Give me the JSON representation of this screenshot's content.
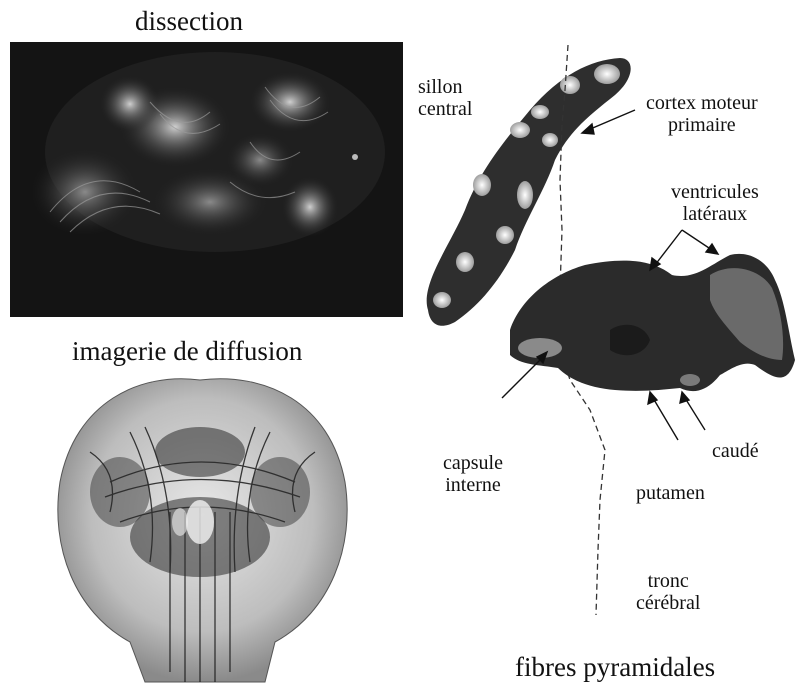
{
  "captions": {
    "dissection": "dissection",
    "diffusion": "imagerie de diffusion",
    "pyramidal": "fibres pyramidales"
  },
  "labels": {
    "sillon_central": [
      "sillon",
      "central"
    ],
    "cortex_moteur": [
      "cortex moteur",
      "primaire"
    ],
    "ventricules": [
      "ventricules",
      "latéraux"
    ],
    "capsule_interne": [
      "capsule",
      "interne"
    ],
    "caude": "caudé",
    "putamen": "putamen",
    "tronc": [
      "tronc",
      "cérébral"
    ]
  }
}
